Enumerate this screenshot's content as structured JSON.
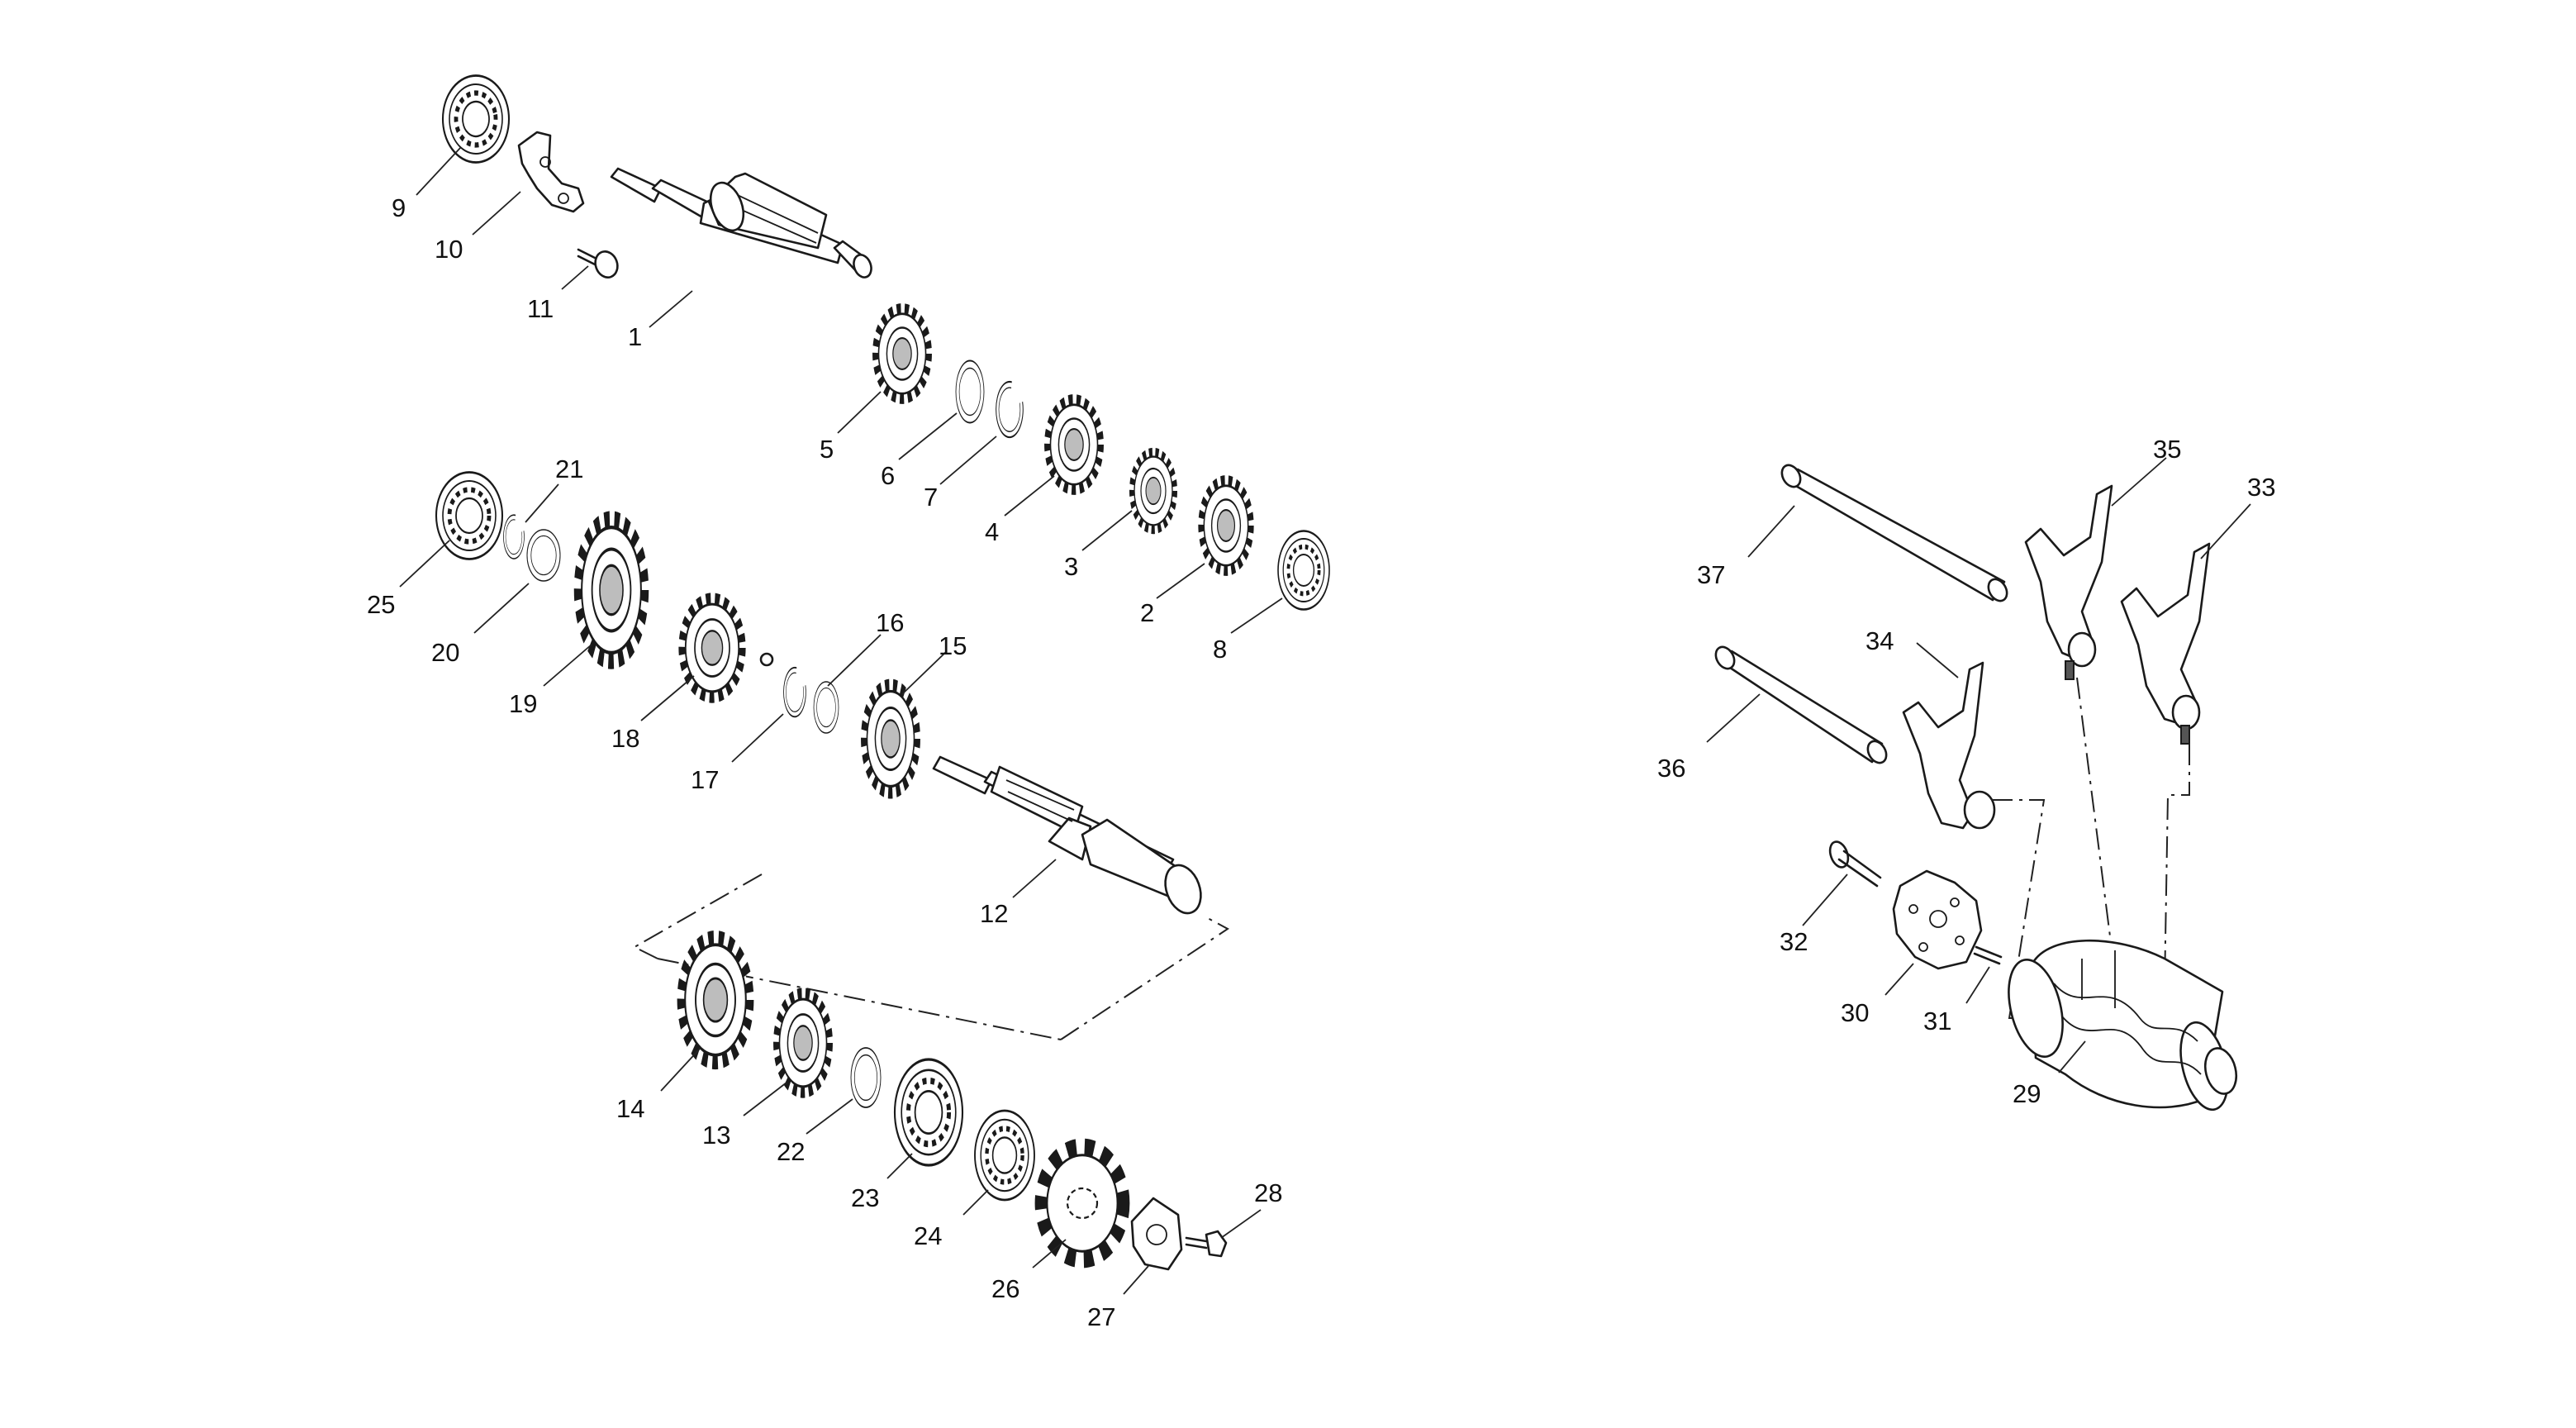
{
  "callouts": [
    {
      "id": "c1",
      "label": "1"
    },
    {
      "id": "c2",
      "label": "2"
    },
    {
      "id": "c3",
      "label": "3"
    },
    {
      "id": "c4",
      "label": "4"
    },
    {
      "id": "c5",
      "label": "5"
    },
    {
      "id": "c6",
      "label": "6"
    },
    {
      "id": "c7",
      "label": "7"
    },
    {
      "id": "c8",
      "label": "8"
    },
    {
      "id": "c9",
      "label": "9"
    },
    {
      "id": "c10",
      "label": "10"
    },
    {
      "id": "c11",
      "label": "11"
    },
    {
      "id": "c12",
      "label": "12"
    },
    {
      "id": "c13",
      "label": "13"
    },
    {
      "id": "c14",
      "label": "14"
    },
    {
      "id": "c15",
      "label": "15"
    },
    {
      "id": "c16",
      "label": "16"
    },
    {
      "id": "c17",
      "label": "17"
    },
    {
      "id": "c18",
      "label": "18"
    },
    {
      "id": "c19",
      "label": "19"
    },
    {
      "id": "c20",
      "label": "20"
    },
    {
      "id": "c21",
      "label": "21"
    },
    {
      "id": "c22",
      "label": "22"
    },
    {
      "id": "c23",
      "label": "23"
    },
    {
      "id": "c24",
      "label": "24"
    },
    {
      "id": "c25",
      "label": "25"
    },
    {
      "id": "c26",
      "label": "26"
    },
    {
      "id": "c27",
      "label": "27"
    },
    {
      "id": "c28",
      "label": "28"
    },
    {
      "id": "c29",
      "label": "29"
    },
    {
      "id": "c30",
      "label": "30"
    },
    {
      "id": "c31",
      "label": "31"
    },
    {
      "id": "c32",
      "label": "32"
    },
    {
      "id": "c33",
      "label": "33"
    },
    {
      "id": "c34",
      "label": "34"
    },
    {
      "id": "c35",
      "label": "35"
    },
    {
      "id": "c36",
      "label": "36"
    },
    {
      "id": "c37",
      "label": "37"
    }
  ]
}
